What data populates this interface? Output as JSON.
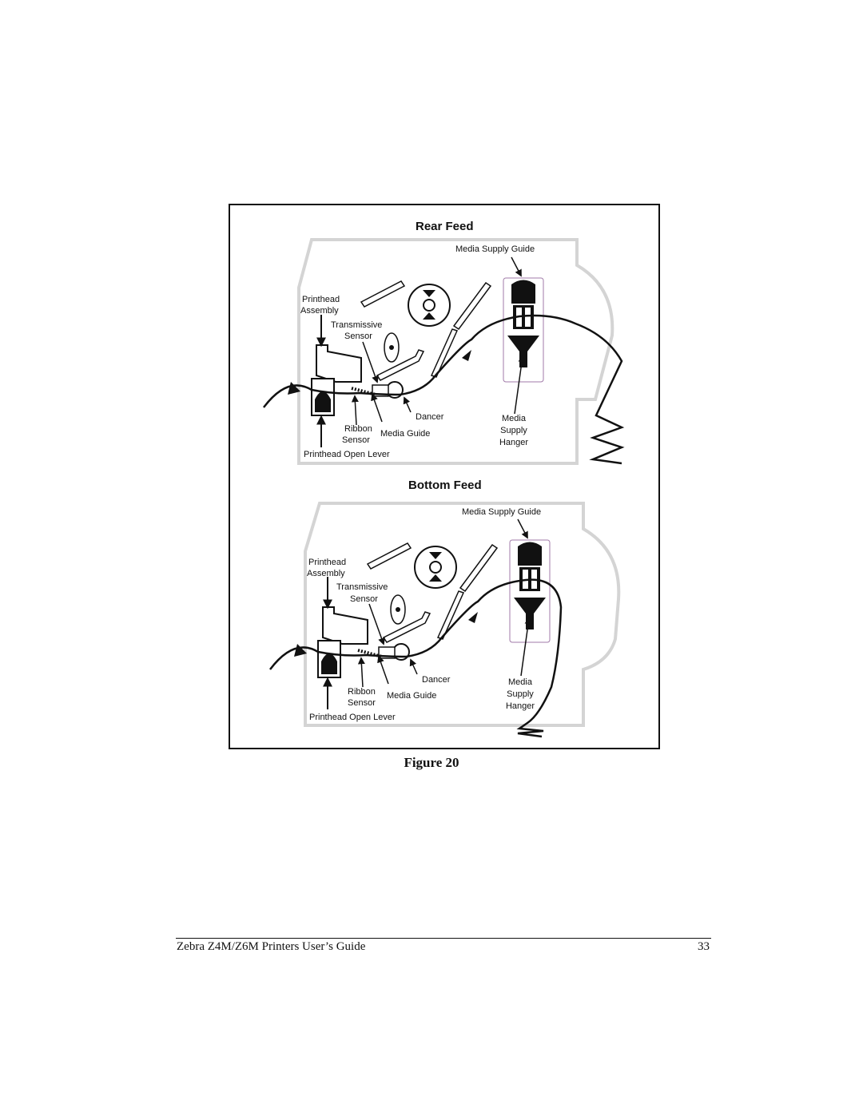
{
  "figure": {
    "caption": "Figure 20",
    "panels": [
      {
        "title": "Rear Feed",
        "labels": {
          "media_supply_guide": "Media Supply Guide",
          "printhead_assembly": [
            "Printhead",
            "Assembly"
          ],
          "transmissive_sensor": [
            "Transmissive",
            "Sensor"
          ],
          "dancer": "Dancer",
          "ribbon_sensor": [
            "Ribbon",
            "Sensor"
          ],
          "media_guide": "Media Guide",
          "media_supply_hanger": [
            "Media",
            "Supply",
            "Hanger"
          ],
          "printhead_open_lever": "Printhead Open Lever"
        }
      },
      {
        "title": "Bottom Feed",
        "labels": {
          "media_supply_guide": "Media Supply Guide",
          "printhead_assembly": [
            "Printhead",
            "Assembly"
          ],
          "transmissive_sensor": [
            "Transmissive",
            "Sensor"
          ],
          "dancer": "Dancer",
          "ribbon_sensor": [
            "Ribbon",
            "Sensor"
          ],
          "media_guide": "Media Guide",
          "media_supply_hanger": [
            "Media",
            "Supply",
            "Hanger"
          ],
          "printhead_open_lever": "Printhead Open Lever"
        }
      }
    ]
  },
  "footer": {
    "title": "Zebra Z4M/Z6M Printers User’s Guide",
    "page_number": "33"
  }
}
